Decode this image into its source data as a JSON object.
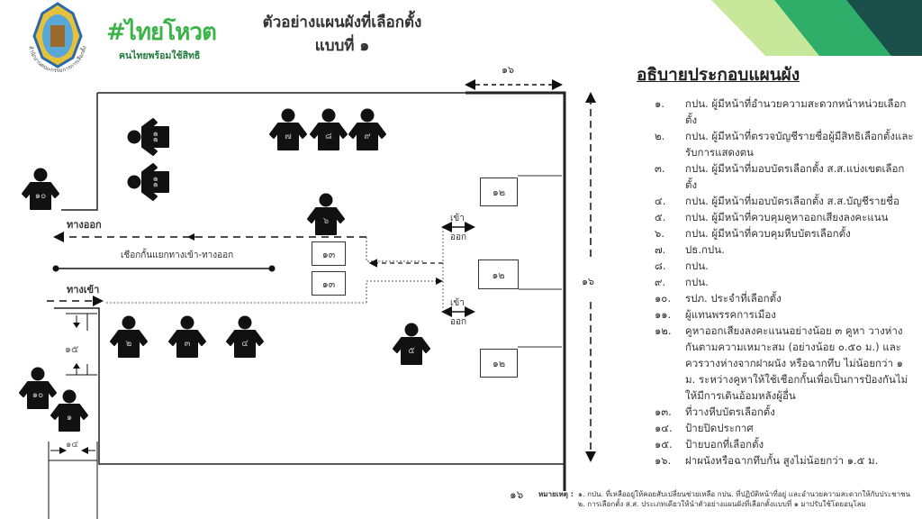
{
  "header": {
    "title_line1": "ตัวอย่างแผนผังที่เลือกตั้ง",
    "title_line2": "แบบที่ ๑",
    "campaign_hashtag": "#ไทยโหวต",
    "campaign_tagline": "คนไทยพร้อมใช้สิทธิ",
    "ect_logo_text": "สำนักงานคณะกรรมการการเลือกตั้ง"
  },
  "diagram": {
    "exit_label": "ทางออก",
    "entry_label": "ทางเข้า",
    "rope_label": "เชือกกั้นแยกทางเข้า-ทางออก",
    "in_label": "เข้า",
    "out_label": "ออก",
    "wall_marker": "๑๖",
    "booth_label": "๑๒",
    "ballot_box_label": "๑๓",
    "sign_announce_label": "๑๔",
    "sign_station_label": "๑๕",
    "persons": {
      "p11": "๑๑",
      "p10": "๑๐",
      "p7": "๗",
      "p8": "๘",
      "p9": "๙",
      "p6": "๖",
      "p2": "๒",
      "p3": "๓",
      "p4": "๔",
      "p5": "๕",
      "p1": "๑"
    }
  },
  "legend": {
    "title": "อธิบายประกอบแผนผัง",
    "items": [
      {
        "n": "๑.",
        "t": "กปน. ผู้มีหน้าที่อำนวยความสะดวกหน้าหน่วยเลือกตั้ง"
      },
      {
        "n": "๒.",
        "t": "กปน. ผู้มีหน้าที่ตรวจบัญชีรายชื่อผู้มีสิทธิเลือกตั้งและรับการแสดงตน"
      },
      {
        "n": "๓.",
        "t": "กปน. ผู้มีหน้าที่มอบบัตรเลือกตั้ง ส.ส.แบ่งเขตเลือกตั้ง"
      },
      {
        "n": "๔.",
        "t": "กปน. ผู้มีหน้าที่มอบบัตรเลือกตั้ง ส.ส.บัญชีรายชื่อ"
      },
      {
        "n": "๕.",
        "t": "กปน. ผู้มีหน้าที่ควบคุมคูหาออกเสียงลงคะแนน"
      },
      {
        "n": "๖.",
        "t": "กปน. ผู้มีหน้าที่ควบคุมหีบบัตรเลือกตั้ง"
      },
      {
        "n": "๗.",
        "t": "ปธ.กปน."
      },
      {
        "n": "๘.",
        "t": "กปน."
      },
      {
        "n": "๙.",
        "t": "กปน."
      },
      {
        "n": "๑๐.",
        "t": "รปภ. ประจำที่เลือกตั้ง"
      },
      {
        "n": "๑๑.",
        "t": "ผู้แทนพรรคการเมือง"
      },
      {
        "n": "๑๒.",
        "t": "คูหาออกเสียงลงคะแนนอย่างน้อย ๓ คูหา วางห่างกันตามความเหมาะสม (อย่างน้อย ๐.๕๐ ม.) และควรวางห่างจากฝาผนัง หรือฉากทึบ ไม่น้อยกว่า ๑ ม. ระหว่างคูหาให้ใช้เชือกกั้นเพื่อเป็นการป้องกันไม่ให้มีการเดินอ้อมหลังผู้อื่น"
      },
      {
        "n": "๑๓.",
        "t": "ที่วางหีบบัตรเลือกตั้ง"
      },
      {
        "n": "๑๔.",
        "t": "ป้ายปิดประกาศ"
      },
      {
        "n": "๑๕.",
        "t": "ป้ายบอกที่เลือกตั้ง"
      },
      {
        "n": "๑๖.",
        "t": "ฝาผนังหรือฉากทึบกั้น สูงไม่น้อยกว่า ๑.๕ ม."
      }
    ]
  },
  "footnote": {
    "marker": "๑๖",
    "label": "หมายเหตุ :",
    "line1": "๑. กปน. ที่เหลืออยู่ให้คอยสับเปลี่ยนช่วยเหลือ กปน. ที่ปฏิบัติหน้าที่อยู่ และอำนวยความสะดวกให้กับประชาชน",
    "line2": "๒. การเลือกตั้ง ส.ส. ประเภทเดียวให้นำตัวอย่างแผนผังที่เลือกตั้งแบบที่ ๑ มาปรับใช้โดยอนุโลม"
  },
  "colors": {
    "brand_green": "#3cb44a",
    "teal": "#1a6b63",
    "light_green": "#9bd34a",
    "dark": "#111111"
  }
}
